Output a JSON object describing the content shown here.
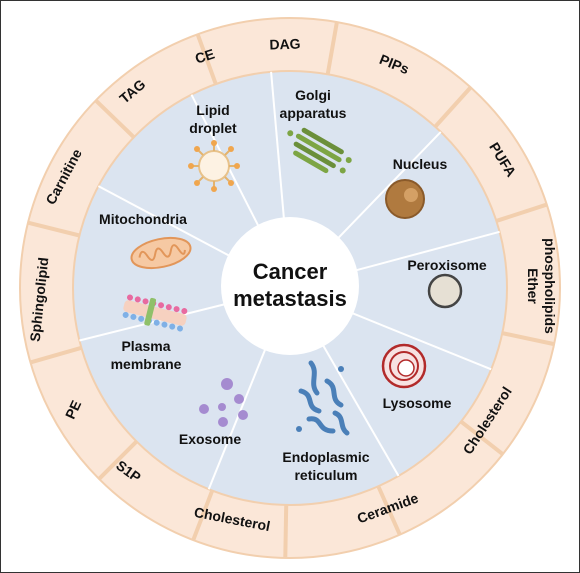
{
  "colors": {
    "outer_ring": "#fbe7d8",
    "ring_border": "#f2cfae",
    "inner_disc": "#dbe4f0",
    "spoke": "#ffffff",
    "center": "#ffffff"
  },
  "center": {
    "line1": "Cancer",
    "line2": "metastasis"
  },
  "ring_labels": [
    {
      "text": "DAG"
    },
    {
      "text": "PIPs"
    },
    {
      "text": "PUFA"
    },
    {
      "text": "Ether",
      "text2": "phospholipids"
    },
    {
      "text": "Cholesterol"
    },
    {
      "text": "Ceramide"
    },
    {
      "text": "Cholesterol"
    },
    {
      "text": "S1P"
    },
    {
      "text": "PE"
    },
    {
      "text": "Sphingolipid"
    },
    {
      "text": "Carnitine"
    },
    {
      "text": "TAG"
    },
    {
      "text": "CE"
    }
  ],
  "organelles": [
    {
      "line1": "Golgi",
      "line2": "apparatus",
      "icon": "golgi-icon"
    },
    {
      "line1": "Nucleus",
      "line2": "",
      "icon": "nucleus-icon"
    },
    {
      "line1": "Peroxisome",
      "line2": "",
      "icon": "peroxisome-icon"
    },
    {
      "line1": "Lysosome",
      "line2": "",
      "icon": "lysosome-icon"
    },
    {
      "line1": "Endoplasmic",
      "line2": "reticulum",
      "icon": "er-icon"
    },
    {
      "line1": "Exosome",
      "line2": "",
      "icon": "exosome-icon"
    },
    {
      "line1": "Plasma",
      "line2": "membrane",
      "icon": "plasma-membrane-icon"
    },
    {
      "line1": "Mitochondria",
      "line2": "",
      "icon": "mitochondria-icon"
    },
    {
      "line1": "Lipid",
      "line2": "droplet",
      "icon": "lipid-droplet-icon"
    }
  ]
}
